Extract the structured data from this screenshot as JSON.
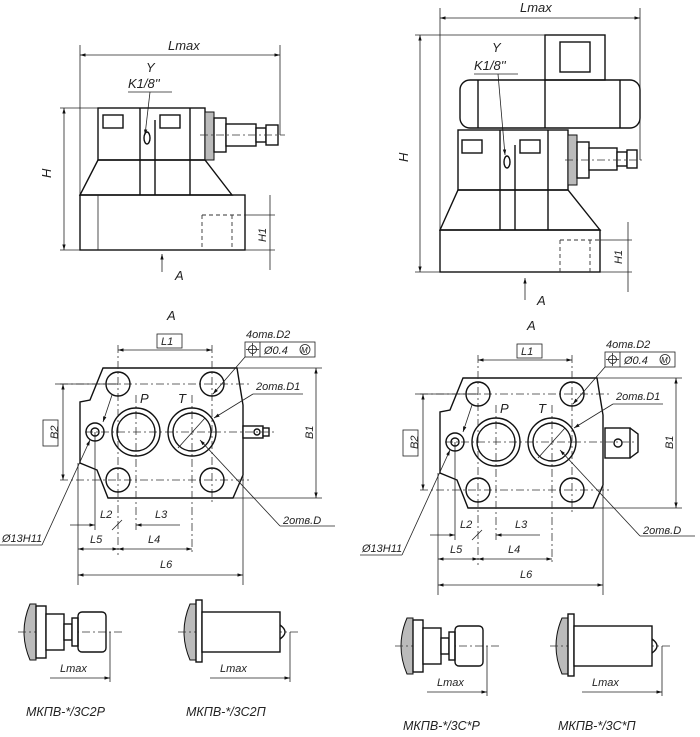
{
  "top_left": {
    "lmax": "Lmax",
    "y": "Y",
    "thread": "K1/8''",
    "h": "H",
    "h1": "H1",
    "a": "A"
  },
  "top_right": {
    "lmax": "Lmax",
    "y": "Y",
    "thread": "K1/8''",
    "h": "H",
    "h1": "H1",
    "a": "A"
  },
  "plan_left": {
    "a": "A",
    "l1": "L1",
    "l2": "L2",
    "l3": "L3",
    "l4": "L4",
    "l5": "L5",
    "l6": "L6",
    "b1": "B1",
    "b2": "B2",
    "holes_d2": "4отв.D2",
    "tolerance": "Ø0.4",
    "tolerance_mod": "M",
    "holes_d1": "2отв.D1",
    "holes_d": "2отв.D",
    "pin_hole": "Ø13H11",
    "port_p": "P",
    "port_t": "T"
  },
  "plan_right": {
    "a": "A",
    "l1": "L1",
    "l2": "L2",
    "l3": "L3",
    "l4": "L4",
    "l5": "L5",
    "l6": "L6",
    "b1": "B1",
    "b2": "B2",
    "holes_d2": "4отв.D2",
    "tolerance": "Ø0.4",
    "tolerance_mod": "M",
    "holes_d1": "2отв.D1",
    "holes_d": "2отв.D",
    "pin_hole": "Ø13H11",
    "port_p": "P",
    "port_t": "T"
  },
  "variants": [
    {
      "lmax": "Lmax",
      "label": "МКПВ-*/3С2Р"
    },
    {
      "lmax": "Lmax",
      "label": "МКПВ-*/3С2П"
    },
    {
      "lmax": "Lmax",
      "label": "МКПВ-*/3С*Р"
    },
    {
      "lmax": "Lmax",
      "label": "МКПВ-*/3С*П"
    }
  ]
}
